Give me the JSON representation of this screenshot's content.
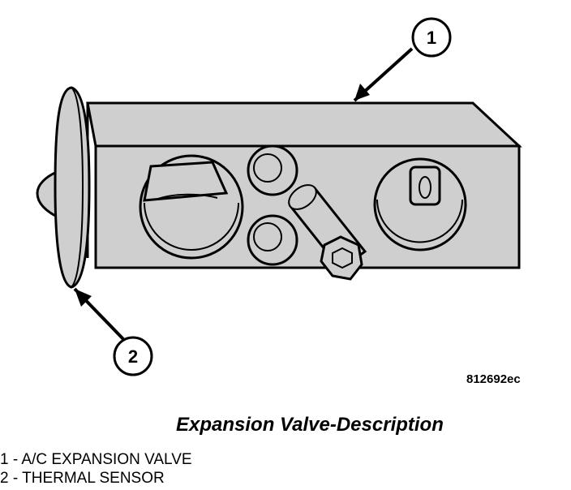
{
  "figure": {
    "id": "812692ec",
    "caption": "Expansion Valve-Description",
    "callouts": [
      {
        "number": "1",
        "part": "A/C EXPANSION VALVE"
      },
      {
        "number": "2",
        "part": "THERMAL SENSOR"
      }
    ]
  },
  "colors": {
    "outline": "#000000",
    "fill": "#cfcfcf",
    "background": "#ffffff"
  }
}
